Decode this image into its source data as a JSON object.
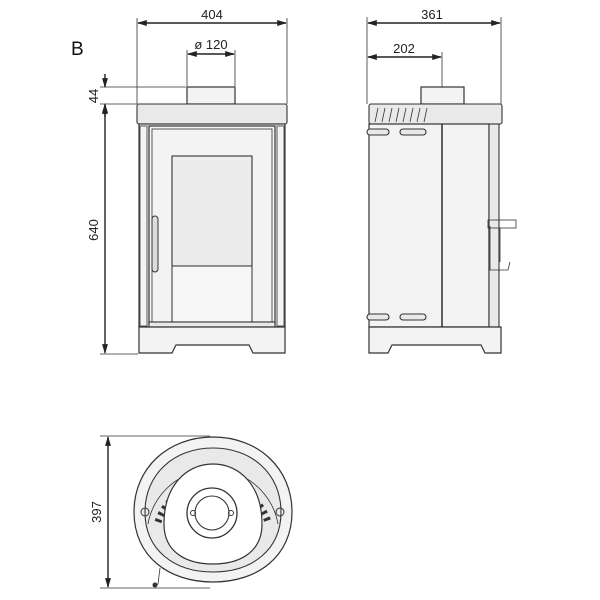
{
  "drawing": {
    "variant_label": "B",
    "front_view": {
      "width": "404",
      "flue_diameter": "ø 120",
      "top_height": "44",
      "height": "640"
    },
    "side_view": {
      "depth": "361",
      "flue_offset": "202"
    },
    "top_view": {
      "depth": "397"
    }
  }
}
